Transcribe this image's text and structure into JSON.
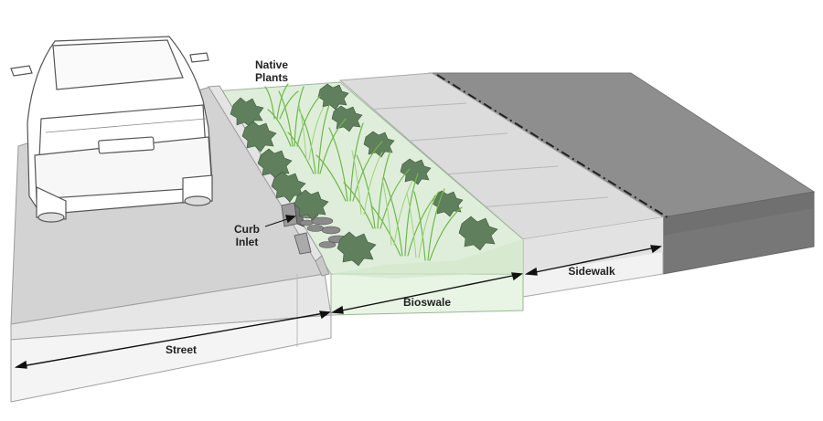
{
  "labels": {
    "native_plants_line1": "Native",
    "native_plants_line2": "Plants",
    "curb_inlet_line1": "Curb",
    "curb_inlet_line2": "Inlet",
    "bioswale": "Bioswale",
    "sidewalk": "Sidewalk",
    "street": "Street"
  },
  "colors": {
    "street_top": "#d3d3d3",
    "street_side": "#ececec",
    "bioswale_fill": "#e6f3e0",
    "sidewalk_top": "#dcdcdc",
    "lawn_top": "#8e8e8e",
    "plant_dark": "#5f7f5d",
    "grass": "#7fc45a"
  },
  "icons": [
    "car-icon",
    "shrub-icon",
    "grass-icon",
    "dimension-arrow-icon"
  ]
}
